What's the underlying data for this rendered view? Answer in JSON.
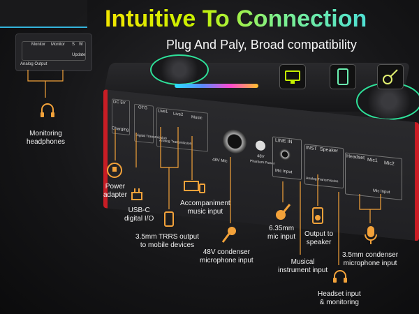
{
  "headline": "Intuitive To Connection",
  "subheadline": "Plug And Paly, Broad compatibility",
  "device_icons": [
    "monitor-icon",
    "tablet-icon",
    "guitar-icon"
  ],
  "left_unit": {
    "labels": [
      "Monitor",
      "Monitor",
      "S",
      "W",
      "Update",
      "Analog Output"
    ]
  },
  "panel": {
    "ports": {
      "dc5v": "DC 5V",
      "charging": "Charging",
      "otg": "OTG",
      "digital_transmission": "Digital Transmission",
      "live1": "Live1",
      "live2": "Live2",
      "music": "Music",
      "analog_transmission": "Analog Transmission",
      "mic48v": "48V Mic",
      "phantom_48v": "48V",
      "phantom_power": "Phantom Power",
      "line_in": "LINE IN",
      "mic_input": "Mic Input",
      "inst": "INST",
      "speaker": "Speaker",
      "analog_transmission_2": "Analog Transmission",
      "headset": "Headset",
      "mic1": "Mic1",
      "mic2": "Mic2",
      "mic_input_2": "Mic Input"
    }
  },
  "callouts": {
    "monitoring_headphones": "Monitoring\nheadphones",
    "power_adapter": "Power\nadapter",
    "usbc_digital_io": "USB-C\ndigital I/O",
    "trrs_output": "3.5mm TRRS output\nto mobile devices",
    "accompaniment": "Accompaniment\nmusic input",
    "condenser_48v": "48V condenser\nmicrophone input",
    "mic_input_635": "6.35mm\nmic input",
    "musical_instrument": "Musical\ninstrument input",
    "output_speaker": "Output to\nspeaker",
    "headset_monitoring": "Headset input\n& monitoring",
    "condenser_35": "3.5mm condenser\nmicrophone input"
  },
  "colors": {
    "accent_orange": "#f3a23a",
    "headline_yellow": "#f2e600",
    "headline_cyan": "#4fe0d4",
    "panel_red": "#c81d25"
  }
}
